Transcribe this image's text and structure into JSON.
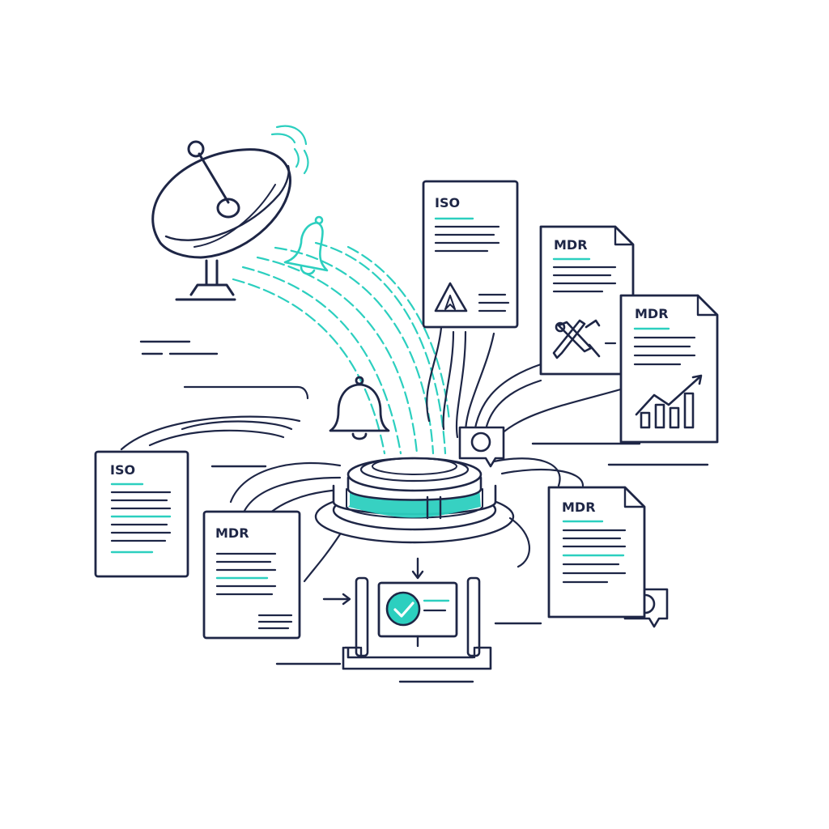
{
  "colors": {
    "ink": "#1e2646",
    "accent": "#2ccfbf",
    "background": "#ffffff"
  },
  "documents": [
    {
      "id": "doc-iso-top",
      "label": "ISO",
      "icon": "warning-triangle-icon"
    },
    {
      "id": "doc-mdr-top",
      "label": "MDR",
      "icon": "tools-icon"
    },
    {
      "id": "doc-mdr-chart",
      "label": "MDR",
      "icon": "growth-chart-icon"
    },
    {
      "id": "doc-iso-left",
      "label": "ISO"
    },
    {
      "id": "doc-mdr-left",
      "label": "MDR"
    },
    {
      "id": "doc-mdr-right",
      "label": "MDR"
    }
  ],
  "icons": [
    "satellite-dish-icon",
    "notification-bell-icon",
    "central-hub-icon",
    "search-bubble-icon",
    "checkmark-monitor-icon"
  ]
}
